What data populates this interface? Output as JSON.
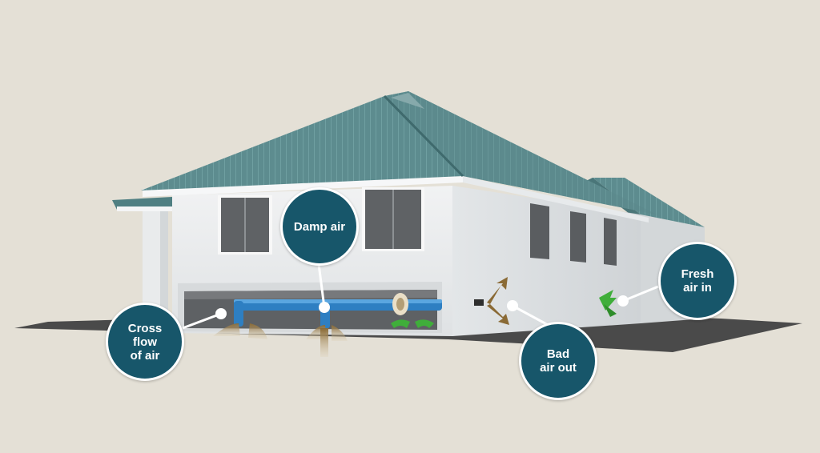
{
  "colors": {
    "background": "#e4e0d6",
    "roof": "#5d8c8f",
    "wall": "#eceeef",
    "ground": "#4a4a4a",
    "duct": "#2e7fc2",
    "callout": "#17566a",
    "fresh_air": "#3fae3a",
    "bad_air": "#8a6a35"
  },
  "callouts": {
    "damp_air": "Damp air",
    "cross_flow": "Cross\nflow\nof air",
    "bad_air_out": "Bad\nair out",
    "fresh_air_in": "Fresh\nair in"
  }
}
